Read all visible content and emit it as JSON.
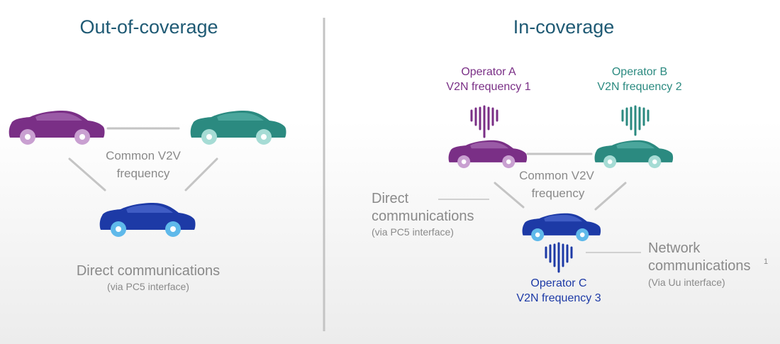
{
  "panels": {
    "left": {
      "title": "Out-of-coverage",
      "link_label_1": "Common V2V",
      "link_label_2": "frequency",
      "footer_main": "Direct communications",
      "footer_sub": "(via PC5 interface)"
    },
    "right": {
      "title": "In-coverage",
      "operator_a_1": "Operator A",
      "operator_a_2": "V2N frequency 1",
      "operator_b_1": "Operator B",
      "operator_b_2": "V2N frequency 2",
      "operator_c_1": "Operator C",
      "operator_c_2": "V2N frequency 3",
      "link_label_1": "Common V2V",
      "link_label_2": "frequency",
      "direct_1": "Direct",
      "direct_2": "communications",
      "direct_sub": "(via PC5 interface)",
      "network_1": "Network",
      "network_2": "communications",
      "network_sup": "1",
      "network_sub": "(Via Uu interface)"
    }
  },
  "colors": {
    "purple": "#7a2f86",
    "purple_wheel": "#c9a0d1",
    "teal": "#2b8a80",
    "teal_wheel": "#a6dcd5",
    "blue": "#1d3aa6",
    "blue_wheel": "#5fb9ea",
    "title": "#1f5a74",
    "gray_text": "#8a8a8a",
    "gray_line": "#c4c4c4"
  }
}
